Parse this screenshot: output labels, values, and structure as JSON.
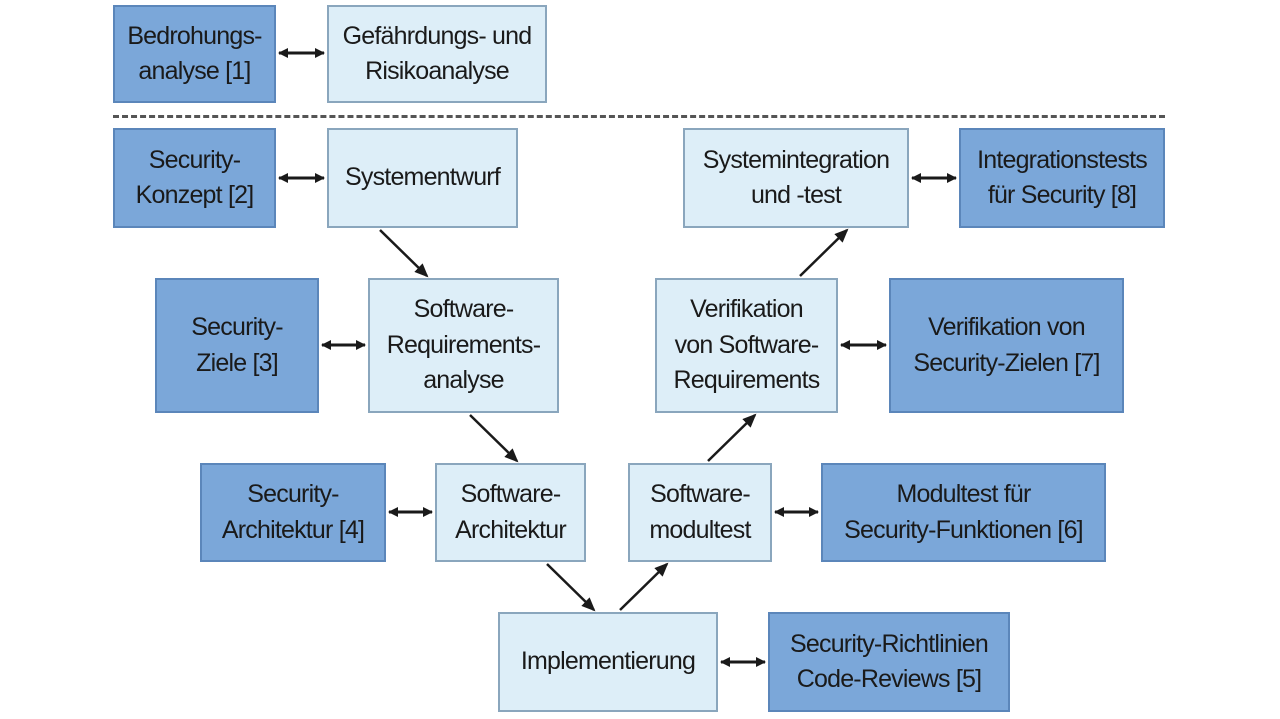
{
  "boxes": {
    "bedrohungsanalyse": "Bedrohungs-\nanalyse [1]",
    "gefaehrdungsanalyse": "Gefährdungs- und\nRisikoanalyse",
    "security_konzept": "Security-\nKonzept [2]",
    "systementwurf": "Systementwurf",
    "systemintegration": "Systemintegration\nund -test",
    "integrationstests": "Integrationstests\nfür Security [8]",
    "security_ziele": "Security-\nZiele [3]",
    "sw_requirementsanalyse": "Software-\nRequirements-\nanalyse",
    "verifikation_sw_req": "Verifikation\nvon Software-\nRequirements",
    "verifikation_security_ziele": "Verifikation von\nSecurity-Zielen [7]",
    "security_architektur": "Security-\nArchitektur [4]",
    "sw_architektur": "Software-\nArchitektur",
    "sw_modultest": "Software-\nmodultest",
    "modultest_security": "Modultest für\nSecurity-Funktionen [6]",
    "implementierung": "Implementierung",
    "security_richtlinien": "Security-Richtlinien\nCode-Reviews [5]"
  },
  "colors": {
    "light_box": "#ddeef8",
    "dark_box": "#7ba7d9",
    "arrow": "#1a1a1a"
  }
}
